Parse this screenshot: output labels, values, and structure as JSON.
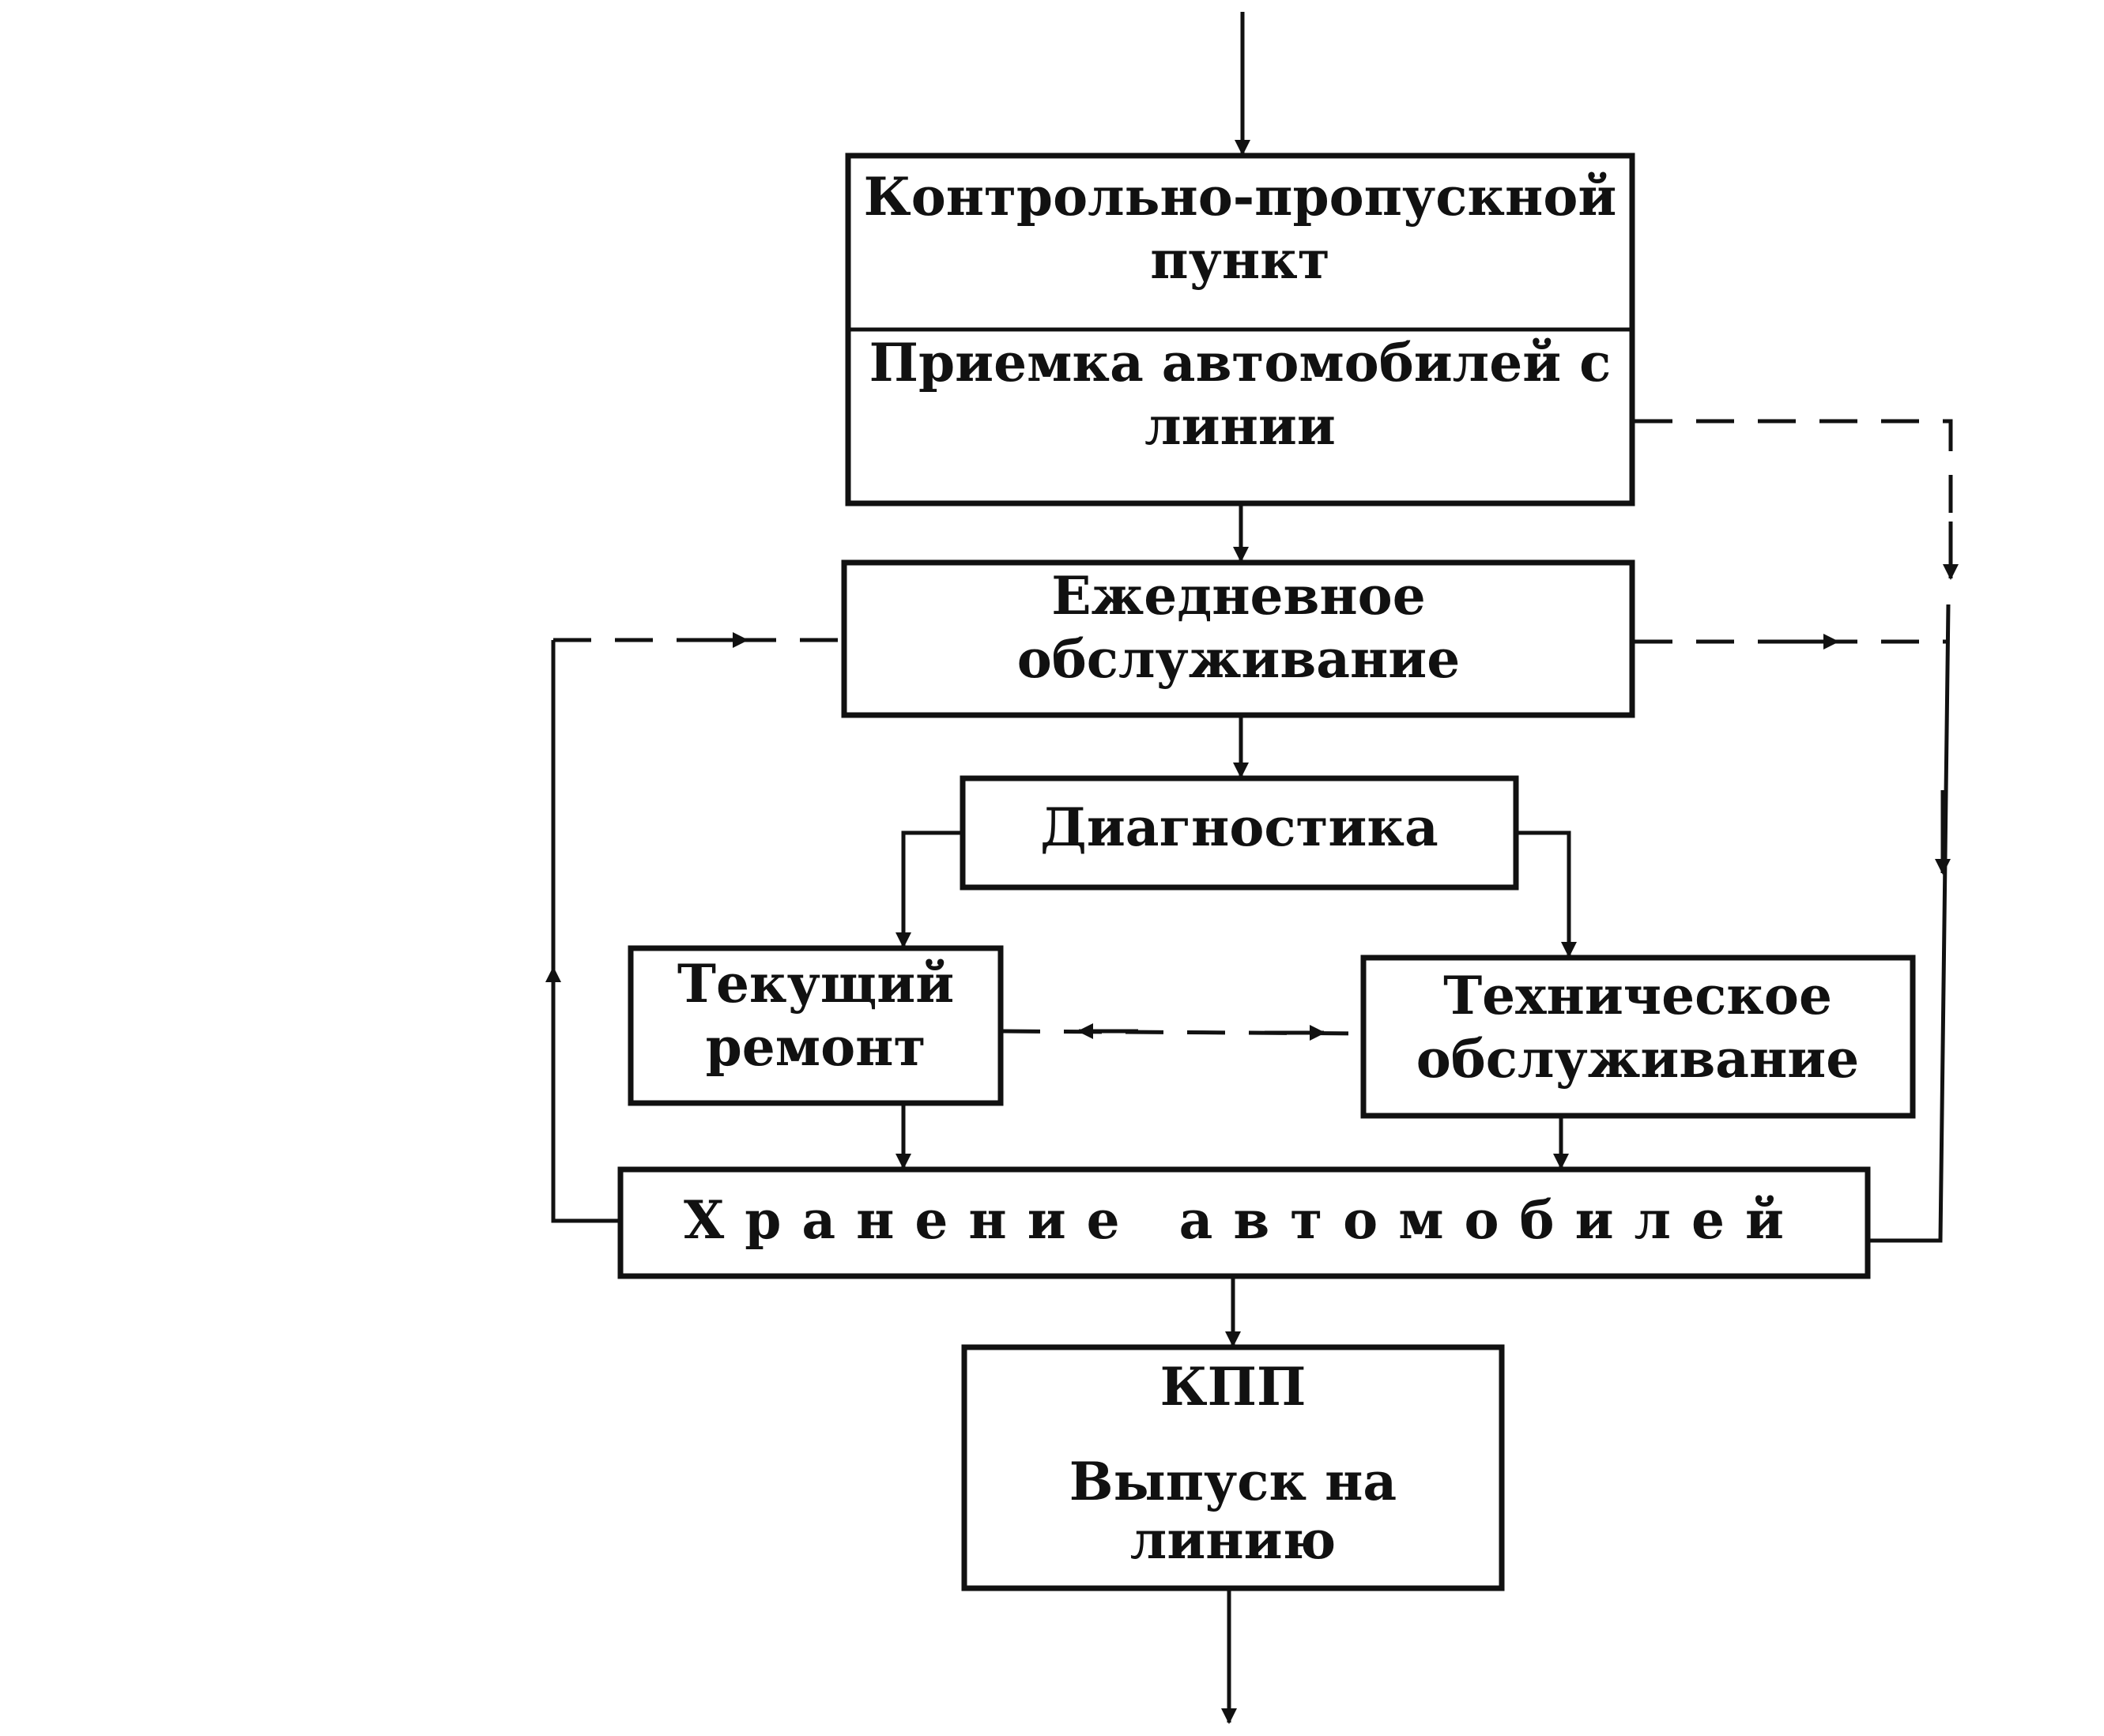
{
  "nodes": {
    "checkpoint": {
      "top_label": [
        "Контрольно-пропускной",
        "пункт"
      ],
      "bottom_label": [
        "Приемка автомобилей с",
        "линии"
      ]
    },
    "daily_service": {
      "label": [
        "Ежедневное",
        "обслуживание"
      ]
    },
    "diagnostics": {
      "label": [
        "Диагностика"
      ]
    },
    "repair": {
      "label": [
        "Текущий",
        "ремонт"
      ]
    },
    "maintenance": {
      "label": [
        "Техническое",
        "обслуживание"
      ]
    },
    "storage": {
      "label": [
        "Хранение автомобилей"
      ]
    },
    "release": {
      "label": [
        "КПП",
        "",
        "Выпуск на",
        "линию"
      ]
    }
  }
}
